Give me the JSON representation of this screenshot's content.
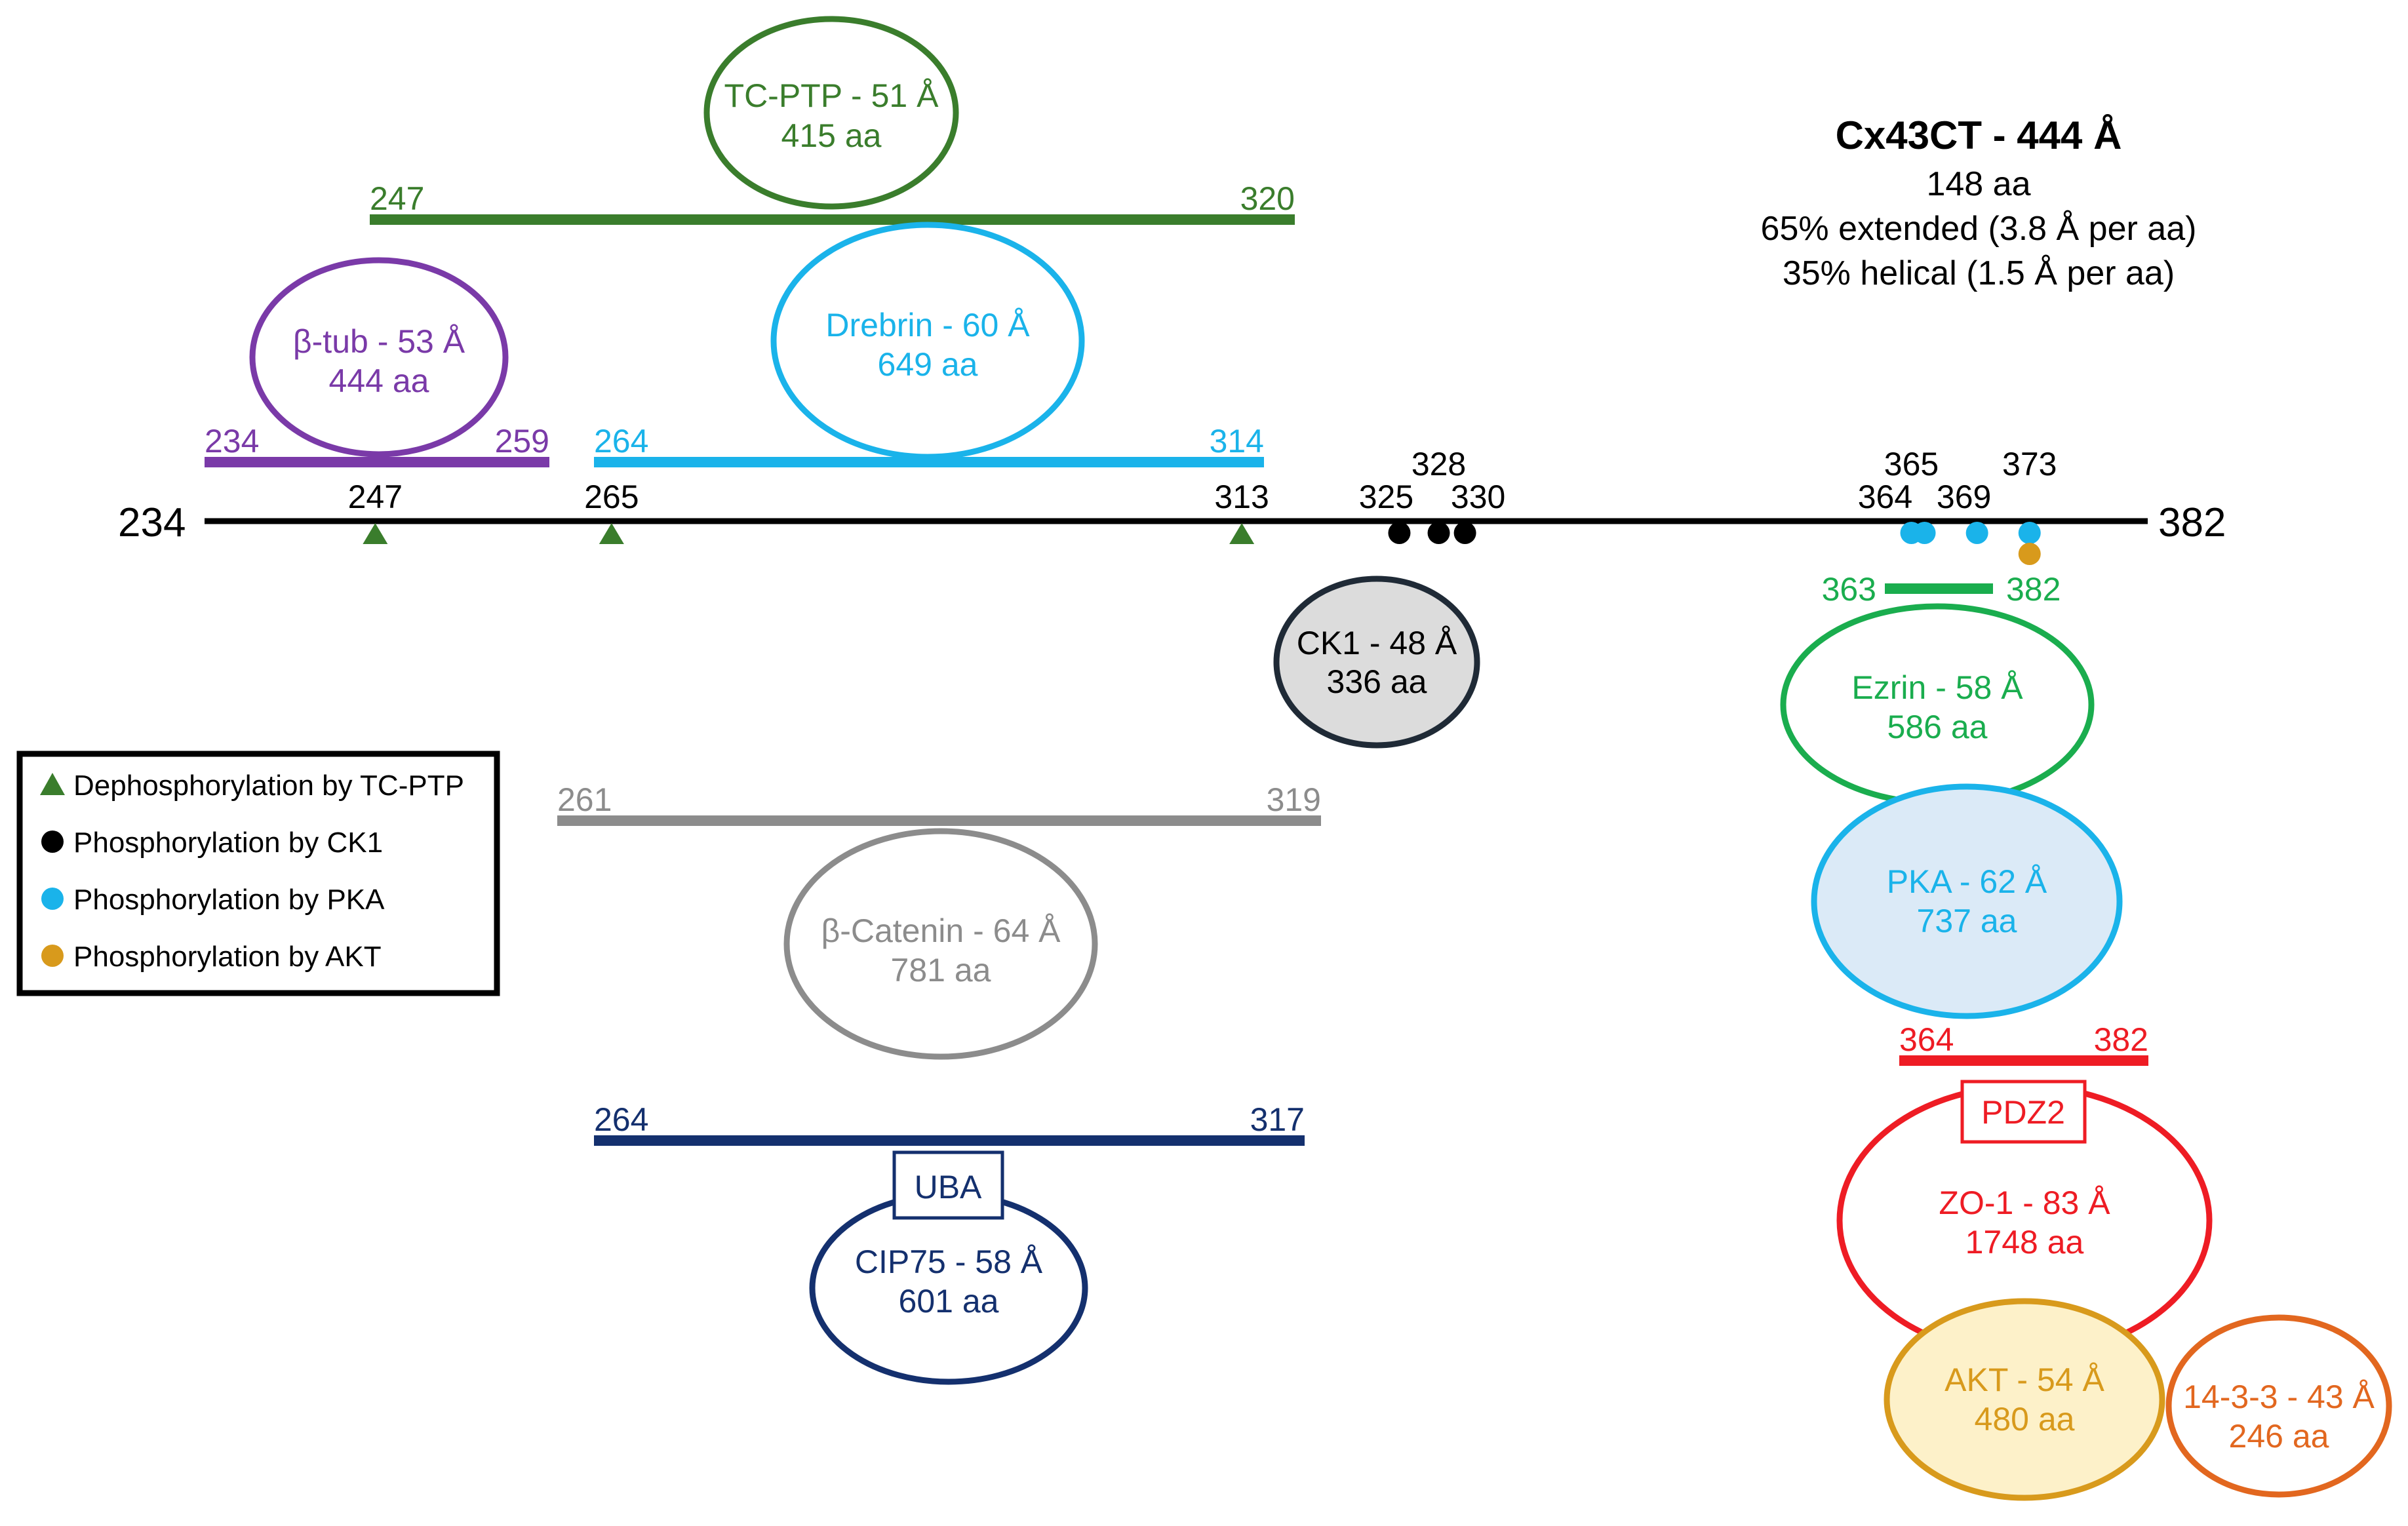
{
  "colors": {
    "black": "#000000",
    "tcptp": "#3a7d2c",
    "btub": "#7a3aa8",
    "drebrin": "#1ab3ea",
    "catenin": "#8c8c8c",
    "cip75": "#14306e",
    "ezrin": "#1aad4e",
    "pka": "#1ab3ea",
    "pka_fill": "#dbeaf7",
    "zo1": "#ee1c24",
    "akt": "#d89a1c",
    "akt_fill": "#fdf1c9",
    "fourteen": "#e2671f",
    "ck1_fill": "#dcdcdc",
    "ck1_stroke": "#1f2a36"
  },
  "title": {
    "main": "Cx43CT - 444 Å",
    "line1": "148 aa",
    "line2": "65% extended (3.8 Å per aa)",
    "line3": "35% helical (1.5 Å per aa)"
  },
  "axis": {
    "start_label": "234",
    "end_label": "382",
    "residue_labels": [
      {
        "text": "247",
        "residue": 247,
        "row": 0
      },
      {
        "text": "265",
        "residue": 265,
        "row": 0
      },
      {
        "text": "313",
        "residue": 313,
        "row": 0
      },
      {
        "text": "325",
        "residue": 324,
        "row": 0
      },
      {
        "text": "328",
        "residue": 328,
        "row": 1
      },
      {
        "text": "330",
        "residue": 331,
        "row": 0
      },
      {
        "text": "364",
        "residue": 362,
        "row": 0
      },
      {
        "text": "365",
        "residue": 364,
        "row": 1
      },
      {
        "text": "369",
        "residue": 368,
        "row": 0
      },
      {
        "text": "373",
        "residue": 373,
        "row": 1
      }
    ]
  },
  "markers": {
    "triangles": [
      247,
      265,
      313
    ],
    "ck1_dots": [
      325,
      328,
      330
    ],
    "pka_dots": [
      364,
      365,
      369,
      373
    ],
    "akt_dots": [
      373
    ]
  },
  "legend": {
    "items": [
      {
        "label": "Dephosphorylation by TC-PTP",
        "shape": "triangle",
        "color": "#3a7d2c"
      },
      {
        "label": "Phosphorylation by CK1",
        "shape": "dot",
        "color": "#000000"
      },
      {
        "label": "Phosphorylation by PKA",
        "shape": "dot",
        "color": "#1ab3ea"
      },
      {
        "label": "Phosphorylation by AKT",
        "shape": "dot",
        "color": "#d89a1c"
      }
    ]
  },
  "regions": [
    {
      "id": "tcptp",
      "start": "247",
      "end": "320",
      "color": "#3a7d2c"
    },
    {
      "id": "btub",
      "start": "234",
      "end": "259",
      "color": "#7a3aa8"
    },
    {
      "id": "drebrin",
      "start": "264",
      "end": "314",
      "color": "#1ab3ea"
    },
    {
      "id": "catenin",
      "start": "261",
      "end": "319",
      "color": "#8c8c8c"
    },
    {
      "id": "cip75",
      "start": "264",
      "end": "317",
      "color": "#14306e"
    },
    {
      "id": "ezrin",
      "start": "363",
      "end": "382",
      "color": "#1aad4e"
    },
    {
      "id": "zo1",
      "start": "364",
      "end": "382",
      "color": "#ee1c24"
    }
  ],
  "proteins": [
    {
      "id": "tcptp",
      "name": "TC-PTP - 51 Å",
      "size": "415 aa",
      "stroke": "#3a7d2c",
      "fill": "#ffffff",
      "text": "#3a7d2c"
    },
    {
      "id": "btub",
      "name": "β-tub - 53 Å",
      "size": "444 aa",
      "stroke": "#7a3aa8",
      "fill": "#ffffff",
      "text": "#7a3aa8"
    },
    {
      "id": "drebrin",
      "name": "Drebrin - 60 Å",
      "size": "649 aa",
      "stroke": "#1ab3ea",
      "fill": "#ffffff",
      "text": "#1ab3ea"
    },
    {
      "id": "ck1",
      "name": "CK1 - 48 Å",
      "size": "336 aa",
      "stroke": "#1f2a36",
      "fill": "#dcdcdc",
      "text": "#000000"
    },
    {
      "id": "catenin",
      "name": "β-Catenin - 64 Å",
      "size": "781 aa",
      "stroke": "#8c8c8c",
      "fill": "#ffffff",
      "text": "#8c8c8c"
    },
    {
      "id": "cip75",
      "name": "CIP75 - 58 Å",
      "size": "601 aa",
      "stroke": "#14306e",
      "fill": "#ffffff",
      "text": "#14306e"
    },
    {
      "id": "ezrin",
      "name": "Ezrin - 58 Å",
      "size": "586 aa",
      "stroke": "#1aad4e",
      "fill": "#ffffff",
      "text": "#1aad4e"
    },
    {
      "id": "pka",
      "name": "PKA - 62 Å",
      "size": "737 aa",
      "stroke": "#1ab3ea",
      "fill": "#dbeaf7",
      "text": "#1ab3ea"
    },
    {
      "id": "zo1",
      "name": "ZO-1 - 83 Å",
      "size": "1748 aa",
      "stroke": "#ee1c24",
      "fill": "#ffffff",
      "text": "#ee1c24"
    },
    {
      "id": "akt",
      "name": "AKT - 54 Å",
      "size": "480 aa",
      "stroke": "#d89a1c",
      "fill": "#fdf1c9",
      "text": "#d89a1c"
    },
    {
      "id": "fourteen",
      "name": "14-3-3 - 43 Å",
      "size": "246 aa",
      "stroke": "#e2671f",
      "fill": "#ffffff",
      "text": "#e2671f"
    }
  ],
  "domains": [
    {
      "id": "uba",
      "label": "UBA",
      "color": "#14306e"
    },
    {
      "id": "pdz2",
      "label": "PDZ2",
      "color": "#ee1c24"
    }
  ]
}
